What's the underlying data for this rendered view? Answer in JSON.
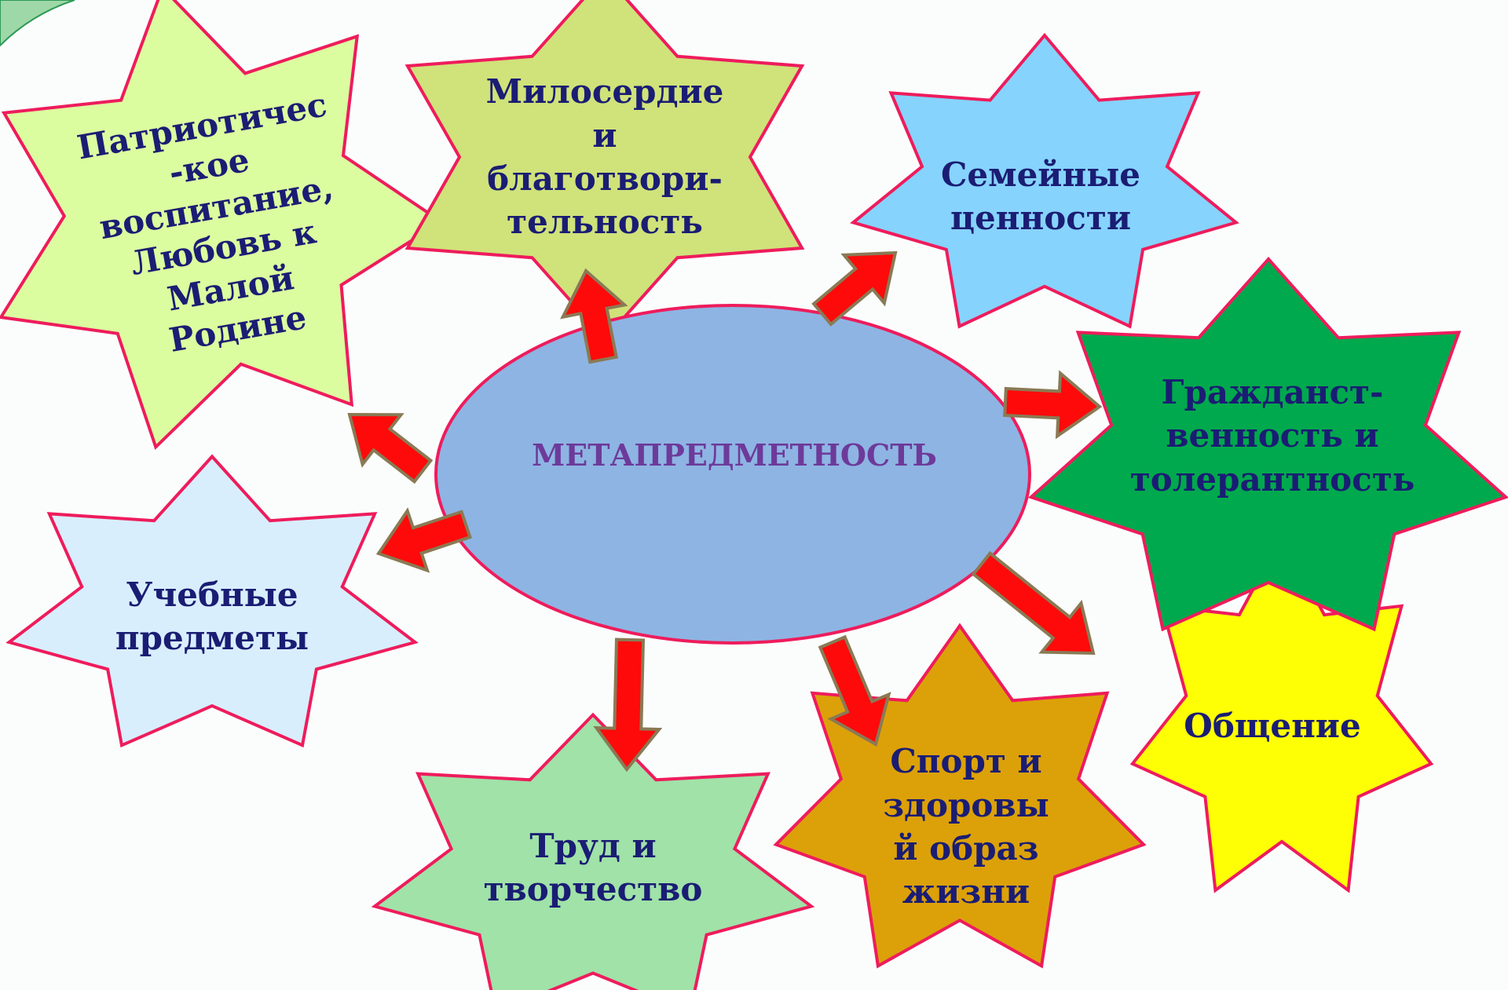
{
  "center": {
    "label": "МЕТАПРЕДМЕТНОСТЬ",
    "fill": "#8eb4e3",
    "stroke": "#ee1c5c"
  },
  "nodes": [
    {
      "id": "patriot",
      "label": "Патриотичес\n-кое\nвоспитание,\nЛюбовь к\nМалой\nРодине",
      "fill": "#dcfca0",
      "icon": "star"
    },
    {
      "id": "charity",
      "label": "Милосердие\nи\nблаготвори-\nтельность",
      "fill": "#d0e27a",
      "icon": "star"
    },
    {
      "id": "family",
      "label": "Семейные\nценности",
      "fill": "#86d3fd",
      "icon": "star"
    },
    {
      "id": "civic",
      "label": "Гражданст-\nвенность и\nтолерантность",
      "fill": "#00a94d",
      "icon": "star"
    },
    {
      "id": "communication",
      "label": "Общение",
      "fill": "#fefe05",
      "icon": "star"
    },
    {
      "id": "sport",
      "label": "Спорт и\nздоровы\nй образ\nжизни",
      "fill": "#dca109",
      "icon": "star"
    },
    {
      "id": "labor",
      "label": "Труд и\nтворчество",
      "fill": "#a0e2a8",
      "icon": "star"
    },
    {
      "id": "subjects",
      "label": "Учебные\nпредметы",
      "fill": "#d8eefd",
      "icon": "star"
    }
  ],
  "colors": {
    "text": "#1a1d73",
    "arrow": "#ff0a0a",
    "arrow_border": "#8a7a55",
    "star_border": "#ee1c5c"
  }
}
